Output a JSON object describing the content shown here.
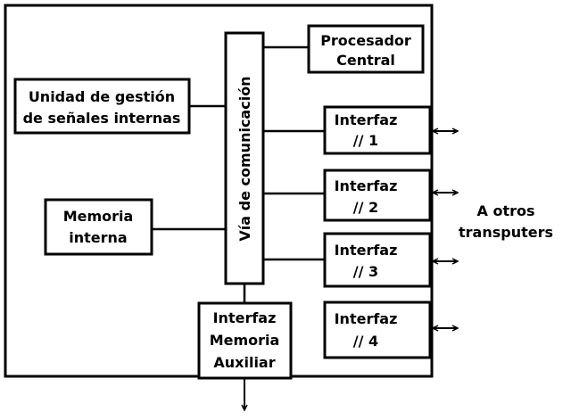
{
  "diagram": {
    "bus": "Vía de comunicación",
    "cpu": [
      "Procesador",
      "Central"
    ],
    "signal_unit": [
      "Unidad de gestión",
      "de señales internas"
    ],
    "memory": [
      "Memoria",
      "interna"
    ],
    "interfaces": [
      [
        "Interfaz",
        "// 1"
      ],
      [
        "Interfaz",
        "// 2"
      ],
      [
        "Interfaz",
        "// 3"
      ],
      [
        "Interfaz",
        "// 4"
      ]
    ],
    "aux_interface": [
      "Interfaz",
      "Memoria",
      "Auxiliar"
    ],
    "external": [
      "A otros",
      "transputers"
    ]
  }
}
